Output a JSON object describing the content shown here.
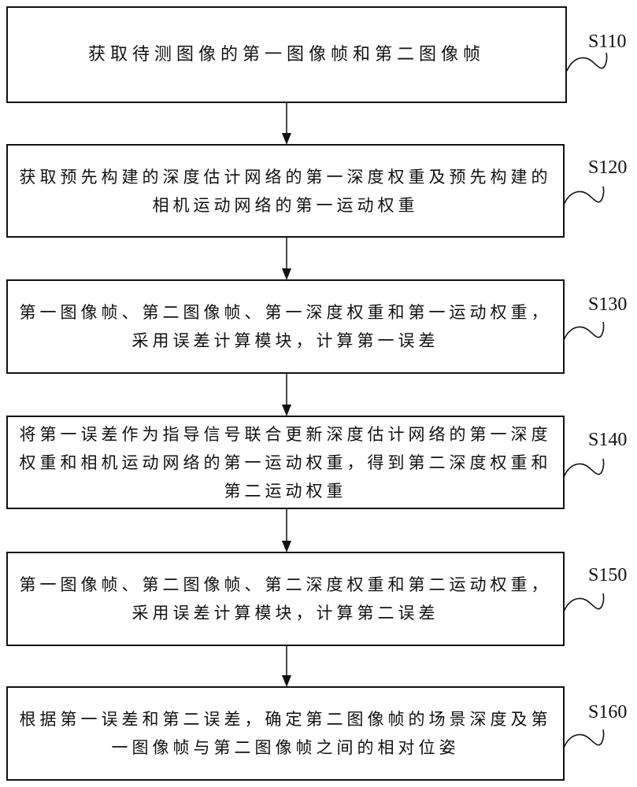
{
  "flowchart": {
    "steps": [
      {
        "id": "S110",
        "lines": [
          "获取待测图像的第一图像帧和第二图像帧"
        ]
      },
      {
        "id": "S120",
        "lines": [
          "获取预先构建的深度估计网络的第一深度权重及预先构建的",
          "相机运动网络的第一运动权重"
        ]
      },
      {
        "id": "S130",
        "lines": [
          "第一图像帧、第二图像帧、第一深度权重和第一运动权重，",
          "采用误差计算模块，计算第一误差"
        ]
      },
      {
        "id": "S140",
        "lines": [
          "将第一误差作为指导信号联合更新深度估计网络的第一深度",
          "权重和相机运动网络的第一运动权重，得到第二深度权重和",
          "第二运动权重"
        ]
      },
      {
        "id": "S150",
        "lines": [
          "第一图像帧、第二图像帧、第二深度权重和第二运动权重，",
          "采用误差计算模块，计算第二误差"
        ]
      },
      {
        "id": "S160",
        "lines": [
          "根据第一误差和第二误差，确定第二图像帧的场景深度及第",
          "一图像帧与第二图像帧之间的相对位姿"
        ]
      }
    ]
  }
}
